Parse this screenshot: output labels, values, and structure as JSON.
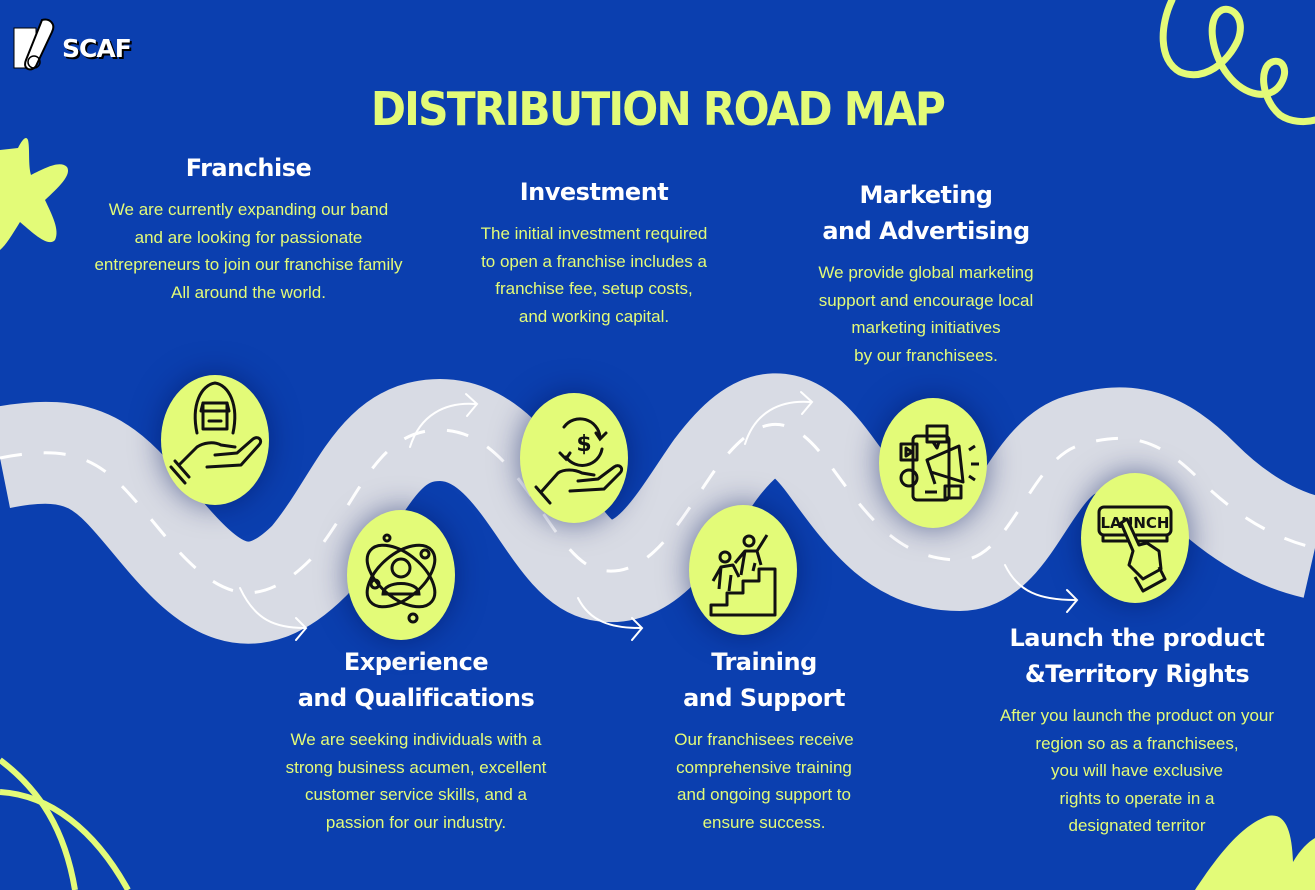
{
  "logo": {
    "text": "SCAF"
  },
  "title": "DISTRIBUTION ROAD MAP",
  "colors": {
    "background": "#0b3faf",
    "accent": "#e3fb78",
    "road": "#d8dbe4",
    "title_text": "#ffffff"
  },
  "steps": [
    {
      "id": "franchise",
      "icon": "store-in-hand-icon",
      "title": [
        "Franchise"
      ],
      "description": [
        "We are currently expanding our band",
        "and are looking for passionate",
        "entrepreneurs to join our franchise family",
        "All around the world."
      ]
    },
    {
      "id": "experience",
      "icon": "person-atom-icon",
      "title": [
        "Experience",
        "and Qualifications"
      ],
      "description": [
        "We are seeking individuals with a",
        "strong business acumen, excellent",
        "customer service skills, and a",
        "passion for our industry."
      ]
    },
    {
      "id": "investment",
      "icon": "dollar-in-hand-icon",
      "title": [
        "Investment"
      ],
      "description": [
        "The initial investment required",
        "to open a franchise includes a",
        "franchise fee, setup costs,",
        "and working capital."
      ]
    },
    {
      "id": "training",
      "icon": "climbing-stairs-icon",
      "title": [
        "Training",
        "and Support"
      ],
      "description": [
        "Our franchisees receive",
        "comprehensive training",
        "and ongoing support to",
        "ensure success."
      ]
    },
    {
      "id": "marketing",
      "icon": "megaphone-phone-icon",
      "title": [
        "Marketing",
        "and Advertising"
      ],
      "description": [
        "We provide global marketing",
        "support and encourage local",
        "marketing initiatives",
        "by our franchisees."
      ]
    },
    {
      "id": "launch",
      "icon": "launch-button-icon",
      "icon_label": "LAUNCH",
      "title": [
        "Launch the product",
        "&Territory Rights"
      ],
      "description": [
        "After you launch the product on your",
        "region so as a franchisees,",
        "you will have exclusive",
        "rights to operate in a",
        "designated territor"
      ]
    }
  ]
}
